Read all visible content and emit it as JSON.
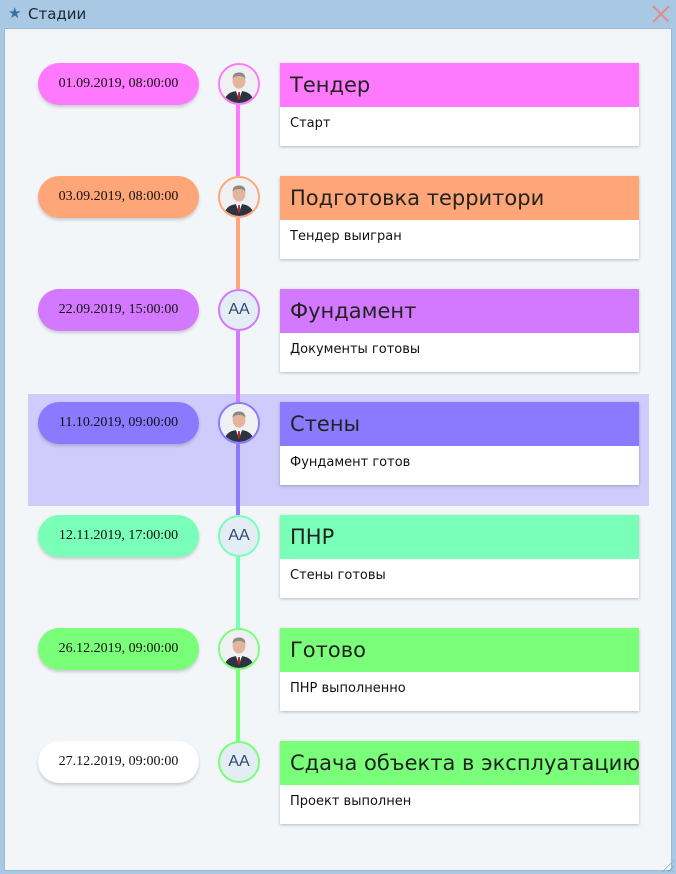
{
  "window": {
    "title": "Стадии",
    "title_icon": "star-icon",
    "close_icon": "close-icon",
    "accent": "#3a6fa6"
  },
  "stages": [
    {
      "date": "01.09.2019, 08:00:00",
      "title": "Тендер",
      "description": "Старт",
      "color": "#ff79ff",
      "avatar": "photo"
    },
    {
      "date": "03.09.2019, 08:00:00",
      "title": "Подготовка территори",
      "description": "Тендер выигран",
      "color": "#ffa679",
      "avatar": "photo"
    },
    {
      "date": "22.09.2019, 15:00:00",
      "title": "Фундамент",
      "description": "Документы готовы",
      "color": "#d379ff",
      "avatar": "initials",
      "initials": "AA"
    },
    {
      "date": "11.10.2019, 09:00:00",
      "title": "Стены",
      "description": "Фундамент готов",
      "color": "#8b79ff",
      "avatar": "photo",
      "selected": true
    },
    {
      "date": "12.11.2019, 17:00:00",
      "title": "ПНР",
      "description": "Стены готовы",
      "color": "#79ffb8",
      "avatar": "initials",
      "initials": "AA"
    },
    {
      "date": "26.12.2019, 09:00:00",
      "title": "Готово",
      "description": "ПНР выполненно",
      "color": "#79ff79",
      "avatar": "photo"
    },
    {
      "date": "27.12.2019, 09:00:00",
      "title": "Сдача объекта в эксплуатацию",
      "description": "Проект выполнен",
      "color": "#79ff79",
      "avatar": "initials",
      "initials": "AA",
      "date_color": "#ffffff"
    }
  ]
}
